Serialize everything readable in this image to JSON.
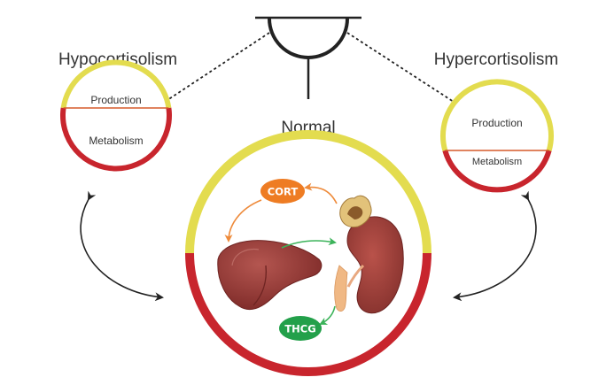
{
  "labels": {
    "hypocortisolism": "Hypocortisolism",
    "hypercortisolism": "Hypercortisolism",
    "normal": "Normal",
    "production_left": "Production",
    "metabolism_left": "Metabolism",
    "production_right": "Production",
    "metabolism_right": "Metabolism",
    "cort": "CORT",
    "thcg": "THCG"
  },
  "colors": {
    "production": "#e3dc4f",
    "metabolism": "#c8252d",
    "divider": "#d65a2a",
    "cort_pill": "#ee7c23",
    "thcg_pill": "#23a04a",
    "green_arrow": "#3cb35a",
    "orange_arrow": "#ee8a3a",
    "liver": "#9a3a36",
    "kidney": "#a5423b",
    "adrenal": "#e2c27a",
    "ureter": "#f0b884",
    "scale": "#222222",
    "text": "#333333"
  },
  "icons": [
    "balance-scale-icon",
    "liver-icon",
    "kidney-icon",
    "adrenal-gland-icon"
  ]
}
